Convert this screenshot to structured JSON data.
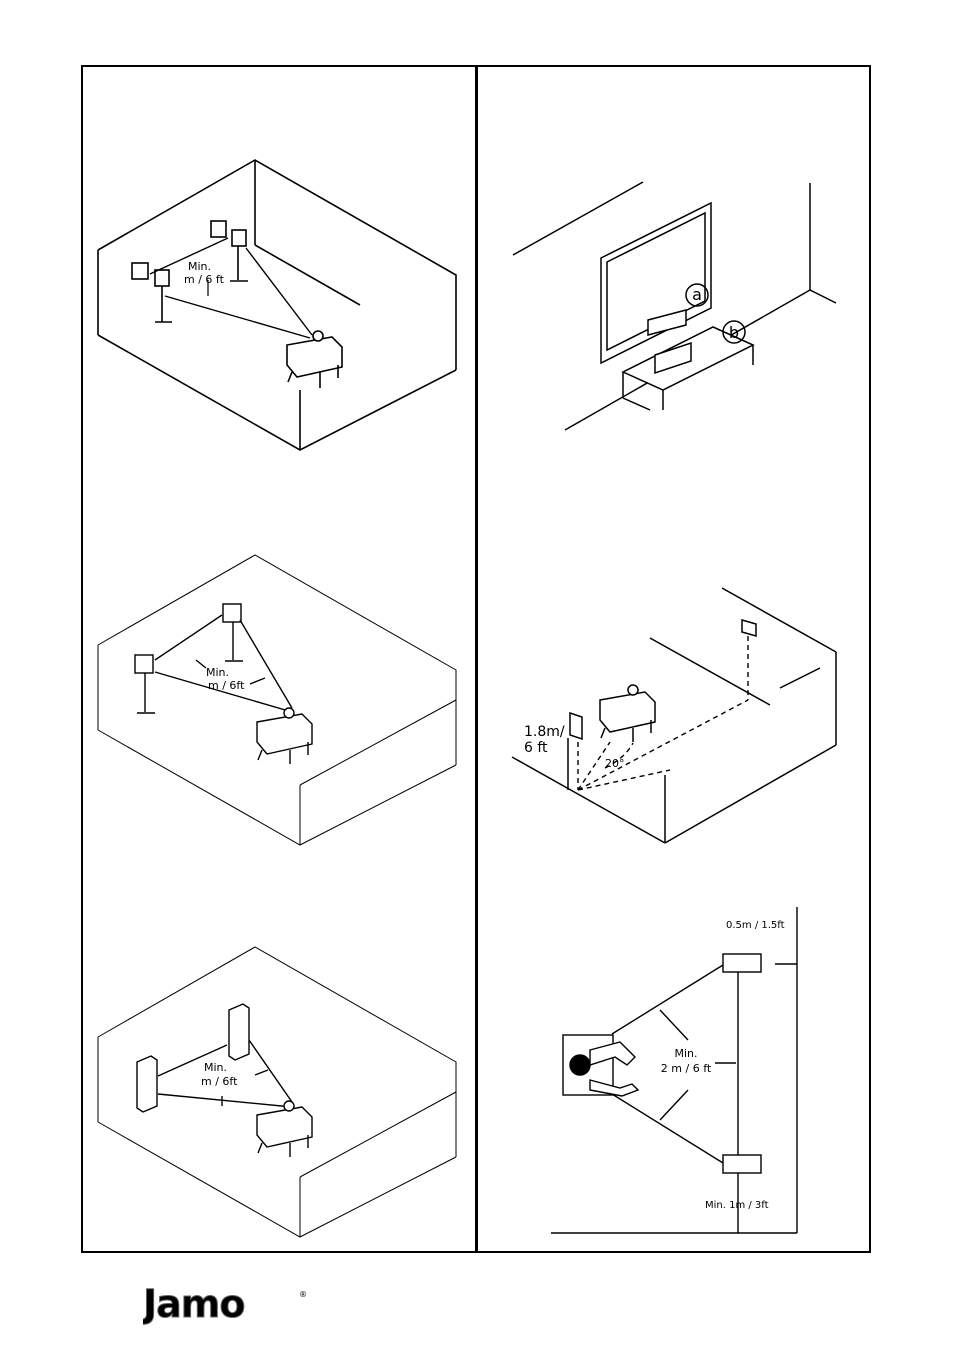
{
  "figures": {
    "bookshelf_thick": {
      "min_label": "Min.",
      "dist_label": "m / 6 ft"
    },
    "bookshelf_thin": {
      "min_label": "Min.",
      "dist_label": "m / 6ft"
    },
    "floorstander": {
      "min_label": "Min.",
      "dist_label": "m / 6ft"
    },
    "center_tv": {
      "label_a": "a",
      "label_b": "b"
    },
    "surround_wall": {
      "height_label_1": "1.8m/",
      "height_label_2": "6 ft",
      "angle_label": "20°"
    },
    "top_view": {
      "side_wall_label": "0.5m / 1.5ft",
      "min_label": "Min.",
      "dist_label": "2 m / 6 ft",
      "back_wall_label": "Min. 1m / 3ft"
    }
  },
  "brand": {
    "logo_text": "Jamo",
    "registered": "®"
  }
}
